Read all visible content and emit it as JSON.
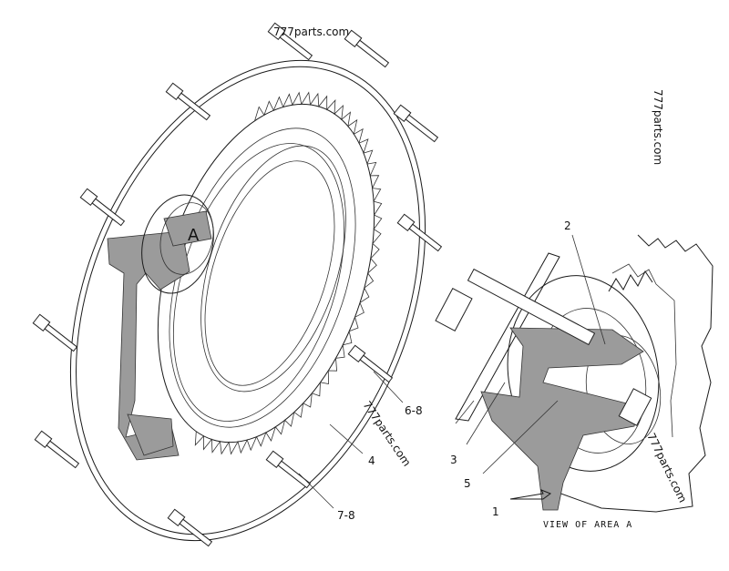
{
  "watermarks": {
    "top": "777parts.com",
    "right_vertical": "777parts.com",
    "middle_rotated": "777parts.com",
    "detail_rotated": "777parts.com"
  },
  "callouts": {
    "a": "A",
    "c68": "6-8",
    "c4": "4",
    "c78": "7-8",
    "c2": "2",
    "c3": "3",
    "c5": "5",
    "c1": "1"
  },
  "view_caption": "VIEW OF AREA A"
}
